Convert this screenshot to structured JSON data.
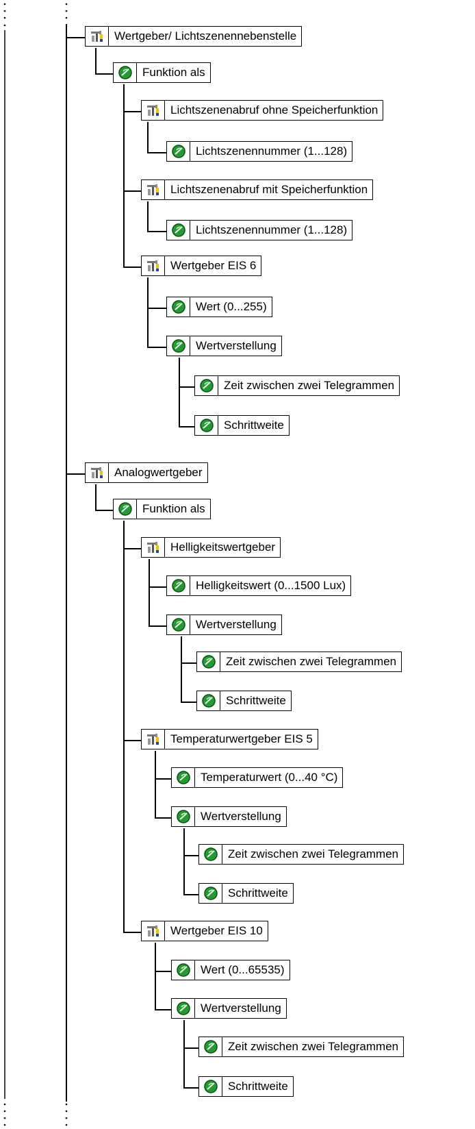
{
  "colors": {
    "line": "#000000",
    "param_fill": "#1f9e2f",
    "folder_icon": "#555555",
    "accent": "#f2c200"
  },
  "icons": {
    "folder": "tools-folder-icon",
    "param": "green-parameter-icon"
  },
  "tree": [
    {
      "key": "n1",
      "type": "folder",
      "label": "Wertgeber/ Lichtszenennebenstelle"
    },
    {
      "key": "n2",
      "type": "param",
      "label": "Funktion als"
    },
    {
      "key": "n3",
      "type": "folder",
      "label": "Lichtszenenabruf ohne Speicherfunktion"
    },
    {
      "key": "n4",
      "type": "param",
      "label": "Lichtszenennummer (1...128)"
    },
    {
      "key": "n5",
      "type": "folder",
      "label": "Lichtszenenabruf mit Speicherfunktion"
    },
    {
      "key": "n6",
      "type": "param",
      "label": "Lichtszenennummer (1...128)"
    },
    {
      "key": "n7",
      "type": "folder",
      "label": "Wertgeber EIS 6"
    },
    {
      "key": "n8",
      "type": "param",
      "label": "Wert (0...255)"
    },
    {
      "key": "n9",
      "type": "param",
      "label": "Wertverstellung"
    },
    {
      "key": "n10",
      "type": "param",
      "label": "Zeit zwischen zwei Telegrammen"
    },
    {
      "key": "n11",
      "type": "param",
      "label": "Schrittweite"
    },
    {
      "key": "n12",
      "type": "folder",
      "label": "Analogwertgeber"
    },
    {
      "key": "n13",
      "type": "param",
      "label": "Funktion als"
    },
    {
      "key": "n14",
      "type": "folder",
      "label": "Helligkeitswertgeber"
    },
    {
      "key": "n15",
      "type": "param",
      "label": "Helligkeitswert (0...1500 Lux)"
    },
    {
      "key": "n16",
      "type": "param",
      "label": "Wertverstellung"
    },
    {
      "key": "n17",
      "type": "param",
      "label": "Zeit zwischen zwei Telegrammen"
    },
    {
      "key": "n18",
      "type": "param",
      "label": "Schrittweite"
    },
    {
      "key": "n19",
      "type": "folder",
      "label": "Temperaturwertgeber EIS 5"
    },
    {
      "key": "n20",
      "type": "param",
      "label": "Temperaturwert (0...40 °C)"
    },
    {
      "key": "n21",
      "type": "param",
      "label": "Wertverstellung"
    },
    {
      "key": "n22",
      "type": "param",
      "label": "Zeit zwischen zwei Telegrammen"
    },
    {
      "key": "n23",
      "type": "param",
      "label": "Schrittweite"
    },
    {
      "key": "n24",
      "type": "folder",
      "label": "Wertgeber EIS 10"
    },
    {
      "key": "n25",
      "type": "param",
      "label": "Wert (0...65535)"
    },
    {
      "key": "n26",
      "type": "param",
      "label": "Wertverstellung"
    },
    {
      "key": "n27",
      "type": "param",
      "label": "Zeit zwischen zwei Telegrammen"
    },
    {
      "key": "n28",
      "type": "param",
      "label": "Schrittweite"
    }
  ]
}
